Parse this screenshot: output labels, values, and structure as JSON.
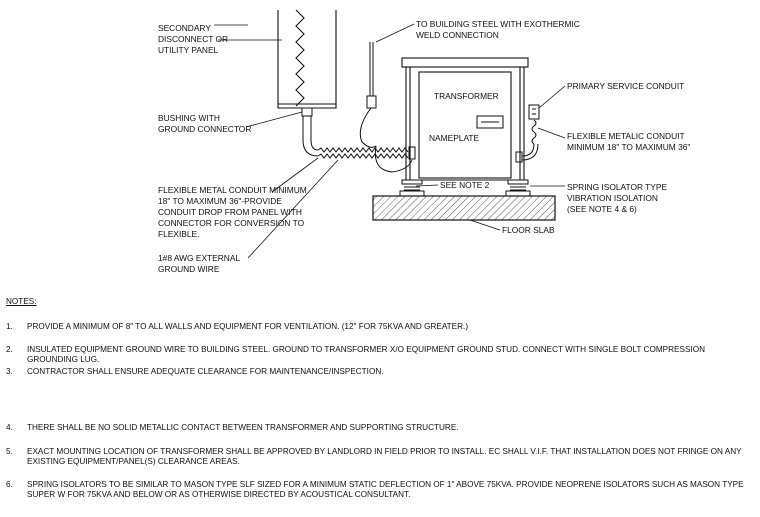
{
  "diagram": {
    "labels": {
      "secondary_disconnect": [
        "SECONDARY",
        "DISCONNECT OR",
        "UTILITY PANEL"
      ],
      "building_steel": [
        "TO BUILDING STEEL WITH EXOTHERMIC",
        "WELD CONNECTION"
      ],
      "primary_conduit": "PRIMARY SERVICE CONDUIT",
      "transformer": "TRANSFORMER",
      "nameplate": "NAMEPLATE",
      "bushing": [
        "BUSHING WITH",
        "GROUND CONNECTOR"
      ],
      "flex_conduit_right": [
        "FLEXIBLE METALIC CONDUIT",
        "MINIMUM 18\" TO MAXIMUM 36\""
      ],
      "see_note_2": "SEE NOTE 2",
      "spring_isolator": [
        "SPRING ISOLATOR TYPE",
        "VIBRATION ISOLATION",
        "(SEE NOTE 4 & 6)"
      ],
      "flex_conduit_left": [
        "FLEXIBLE METAL CONDUIT MINIMUM",
        "18\" TO MAXIMUM 36\"-PROVIDE",
        "CONDUIT DROP FROM PANEL WITH",
        "CONNECTOR FOR CONVERSION TO",
        "FLEXIBLE."
      ],
      "floor_slab": "FLOOR SLAB",
      "ground_wire": [
        "1#8 AWG EXTERNAL",
        "GROUND WIRE"
      ]
    }
  },
  "notes": {
    "heading": "NOTES:",
    "items": [
      {
        "num": "1.",
        "text": "PROVIDE A MINIMUM OF 8\" TO ALL WALLS AND EQUIPMENT FOR VENTILATION. (12\" FOR 75KVA AND  GREATER.)"
      },
      {
        "num": "2.",
        "text": "INSULATED EQUIPMENT GROUND WIRE TO BUILDING STEEL. GROUND TO TRANSFORMER X/O EQUIPMENT  GROUND STUD. CONNECT WITH SINGLE BOLT COMPRESSION GROUNDING LUG."
      },
      {
        "num": "3.",
        "text": "CONTRACTOR SHALL ENSURE ADEQUATE CLEARANCE FOR MAINTENANCE/INSPECTION."
      },
      {
        "num": "4.",
        "text": "THERE SHALL BE NO SOLID METALLIC CONTACT BETWEEN TRANSFORMER AND SUPPORTING STRUCTURE."
      },
      {
        "num": "5.",
        "text": "EXACT MOUNTING LOCATION OF TRANSFORMER SHALL BE APPROVED BY LANDLORD IN FIELD PRIOR TO  INSTALL.  EC SHALL V.I.F. THAT INSTALLATION DOES NOT FRINGE ON ANY EXISTING EQUIPMENT/PANEL(S) CLEARANCE AREAS."
      },
      {
        "num": "6.",
        "text": "SPRING ISOLATORS TO BE SIMILAR TO MASON TYPE SLF SIZED FOR A MINIMUM STATIC DEFLECTION OF 1\" ABOVE 75KVA. PROVIDE NEOPRENE ISOLATORS SUCH AS MASON TYPE SUPER W FOR 75KVA AND BELOW OR AS OTHERWISE DIRECTED BY ACOUSTICAL CONSULTANT."
      }
    ]
  }
}
